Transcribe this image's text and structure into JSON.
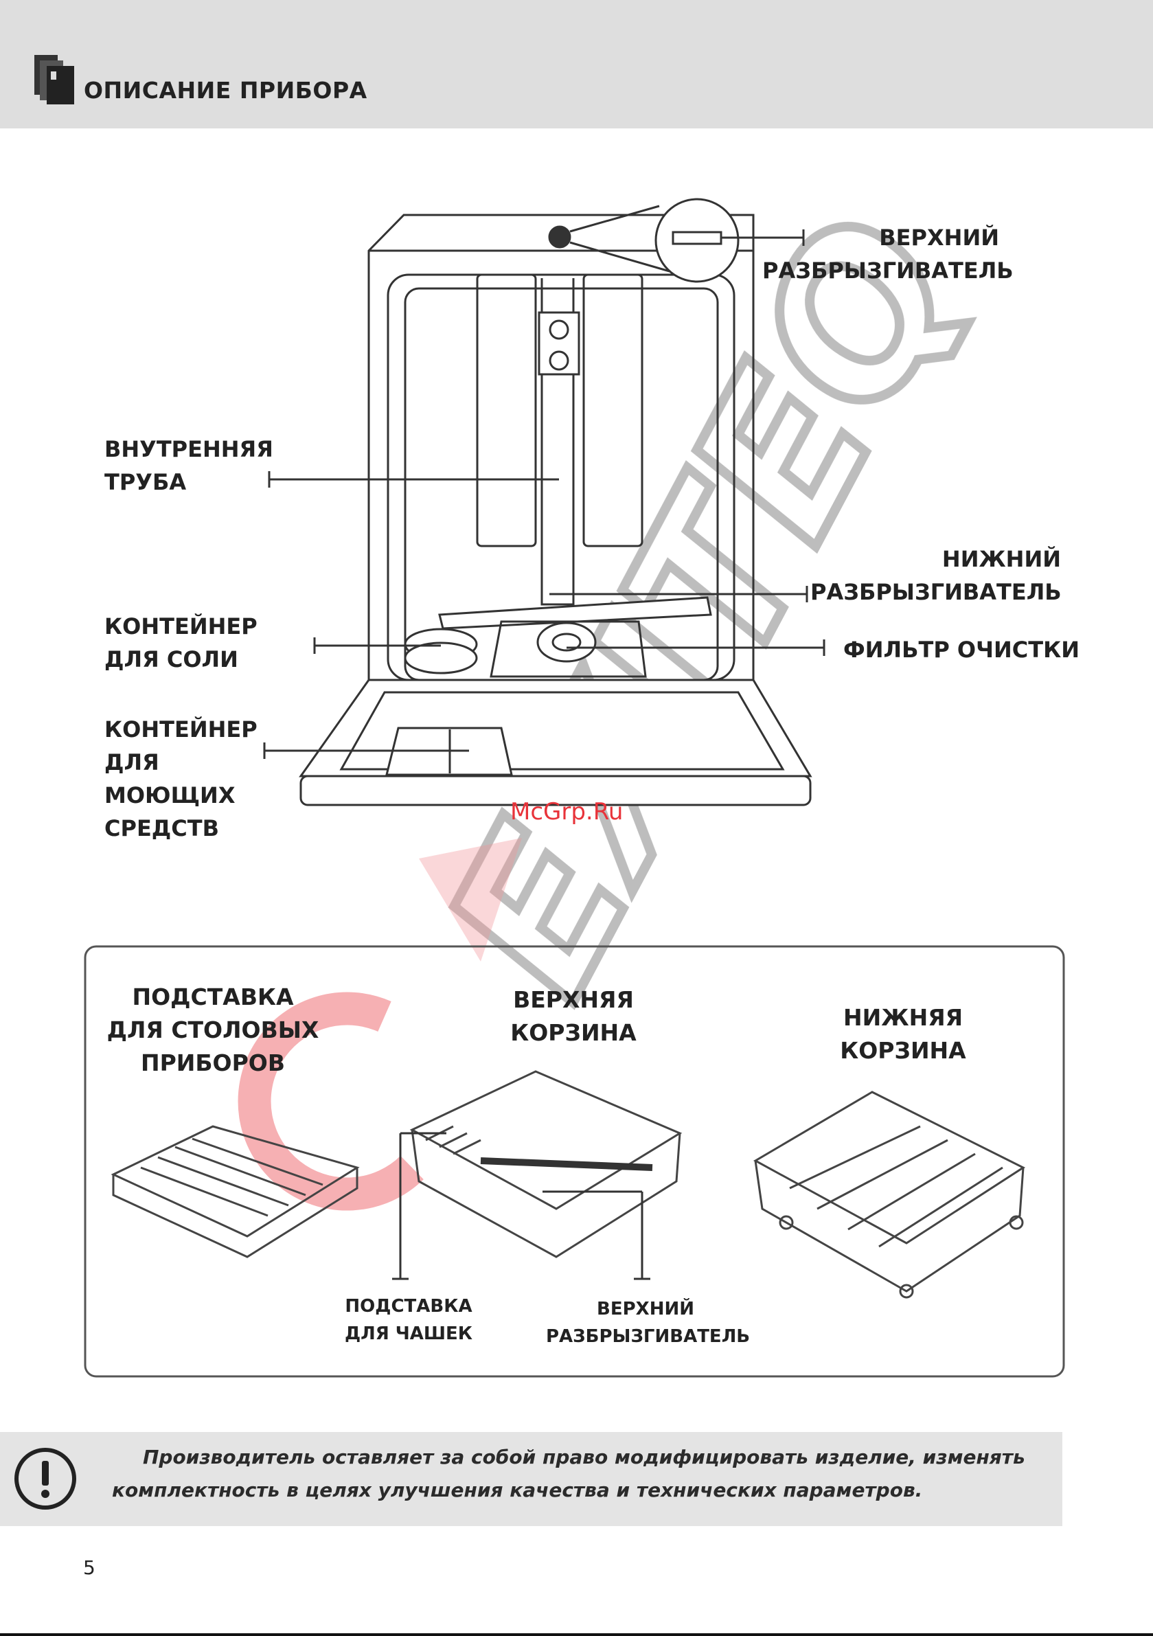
{
  "header": {
    "title": "ОПИСАНИЕ ПРИБОРА",
    "icon": "book-icon",
    "background": "#dedede"
  },
  "diagram_labels": {
    "upper_sprayer": [
      "ВЕРХНИЙ",
      "РАЗБРЫЗГИВАТЕЛЬ"
    ],
    "inner_pipe": [
      "ВНУТРЕННЯЯ",
      "ТРУБА"
    ],
    "lower_sprayer": [
      "НИЖНИЙ",
      "РАЗБРЫЗГИВАТЕЛЬ"
    ],
    "salt_container": [
      "КОНТЕЙНЕР",
      "ДЛЯ СОЛИ"
    ],
    "filter": "ФИЛЬТР ОЧИСТКИ",
    "detergent_container": [
      "КОНТЕЙНЕР",
      "ДЛЯ",
      "МОЮЩИХ",
      "СРЕДСТВ"
    ]
  },
  "baskets_panel": {
    "cutlery_tray": [
      "ПОДСТАВКА",
      "ДЛЯ СТОЛОВЫХ",
      "ПРИБОРОВ"
    ],
    "upper_basket": [
      "ВЕРХНЯЯ",
      "КОРЗИНА"
    ],
    "lower_basket": [
      "НИЖНЯЯ",
      "КОРЗИНА"
    ],
    "cup_rack": [
      "ПОДСТАВКА",
      "ДЛЯ ЧАШЕК"
    ],
    "basket_upper_sprayer": [
      "ВЕРХНИЙ",
      "РАЗБРЫЗГИВАТЕЛЬ"
    ]
  },
  "watermark": {
    "brand": "EXITEQ",
    "site": "McGrp.Ru",
    "color": "#e8333a"
  },
  "note": {
    "icon": "exclamation-circle-icon",
    "line1": "Производитель оставляет за собой право модифицировать изделие, изменять",
    "line2": "комплектность в целях улучшения качества и технических параметров."
  },
  "page_number": "5"
}
